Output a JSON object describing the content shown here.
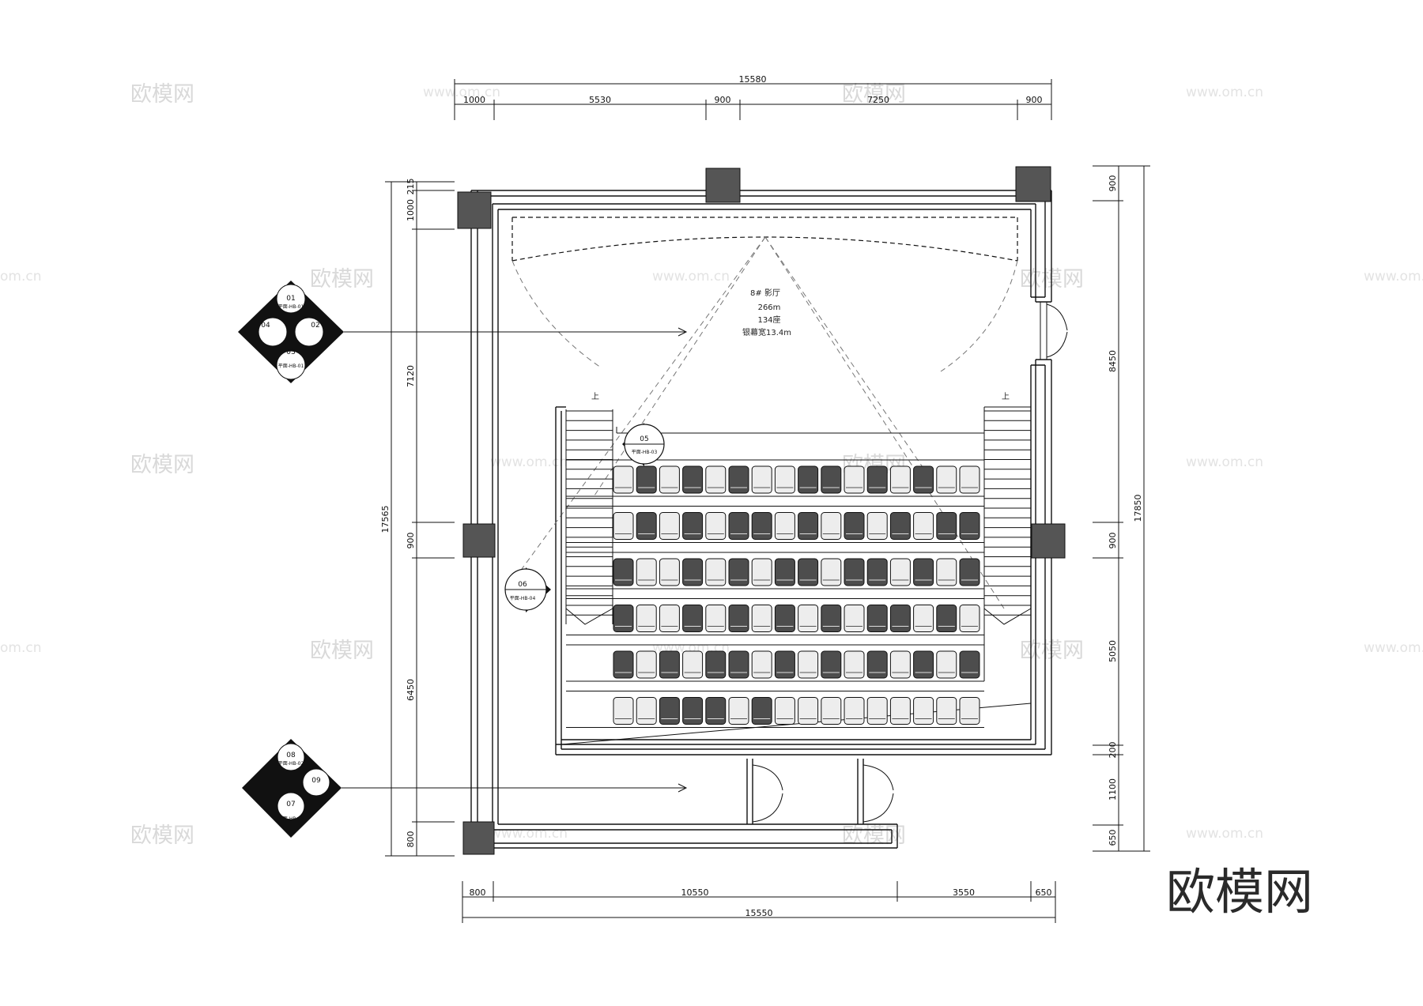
{
  "watermark": {
    "brand": "欧模网",
    "url": "www.om.cn",
    "url_short": "om.cn"
  },
  "room": {
    "name": "8# 影厅",
    "area": "266m",
    "seats": "134座",
    "screen_width": "银幕宽13.4m",
    "up_label": "上"
  },
  "dimensions": {
    "top_total": "15580",
    "top_segments": [
      "1000",
      "5530",
      "900",
      "7250",
      "900"
    ],
    "bottom_total": "15550",
    "bottom_segments": [
      "800",
      "10550",
      "3550",
      "650"
    ],
    "left_total": "17565",
    "left_segments": [
      "215",
      "1000",
      "7120",
      "900",
      "6450",
      "800"
    ],
    "right_total": "17850",
    "right_segments": [
      "900",
      "8450",
      "900",
      "5050",
      "200",
      "1100",
      "650"
    ]
  },
  "symbols": {
    "elev_upper": {
      "nums": [
        "01",
        "02",
        "03",
        "04"
      ],
      "ref": "平面-HB-01"
    },
    "elev_lower": {
      "nums": [
        "08",
        "09",
        "07"
      ],
      "ref": "平面-HB-02"
    },
    "sec_05": {
      "num": "05",
      "ref": "平面-HB-03"
    },
    "sec_06": {
      "num": "06",
      "ref": "平面-HB-04"
    }
  },
  "seating": {
    "rows": [
      [
        0,
        1,
        0,
        1,
        0,
        1,
        0,
        0,
        1,
        1,
        0,
        1,
        0,
        1,
        0,
        0
      ],
      [
        0,
        1,
        0,
        1,
        0,
        1,
        1,
        0,
        1,
        0,
        1,
        0,
        1,
        0,
        1,
        1
      ],
      [
        1,
        0,
        0,
        1,
        0,
        1,
        0,
        1,
        1,
        0,
        1,
        1,
        0,
        1,
        0,
        1
      ],
      [
        1,
        0,
        0,
        1,
        0,
        1,
        0,
        1,
        0,
        1,
        0,
        1,
        1,
        0,
        1,
        0
      ],
      [
        1,
        0,
        1,
        0,
        1,
        1,
        0,
        1,
        0,
        1,
        0,
        1,
        0,
        1,
        0,
        1
      ],
      [
        0,
        0,
        1,
        1,
        1,
        0,
        1,
        0,
        0,
        0,
        0,
        0,
        0,
        0,
        0,
        0
      ]
    ]
  }
}
